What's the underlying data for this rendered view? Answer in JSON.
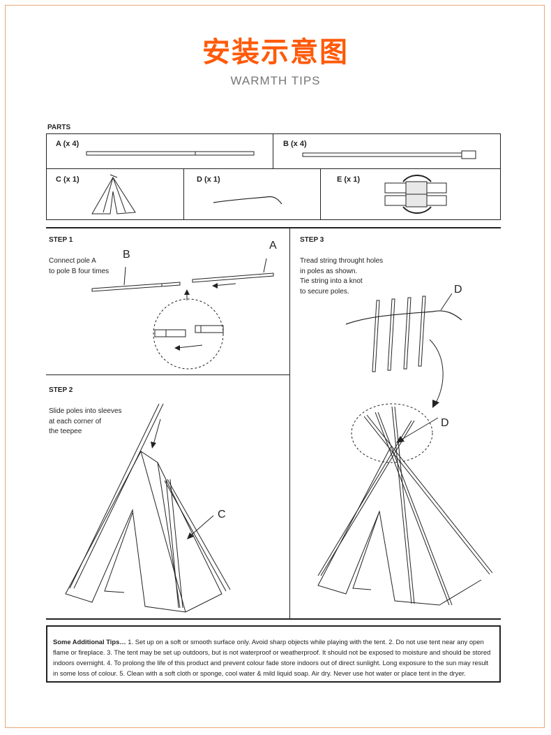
{
  "header": {
    "title_zh": "安装示意图",
    "title_en": "WARMTH TIPS"
  },
  "parts": {
    "heading": "PARTS",
    "items": [
      {
        "id": "A",
        "label": "A (x 4)"
      },
      {
        "id": "B",
        "label": "B (x 4)"
      },
      {
        "id": "C",
        "label": "C (x 1)"
      },
      {
        "id": "D",
        "label": "D (x 1)"
      },
      {
        "id": "E",
        "label": "E (x 1)"
      }
    ]
  },
  "step1": {
    "title": "STEP 1",
    "text": "Connect pole A\nto pole B four times",
    "callout_a": "A",
    "callout_b": "B"
  },
  "step2": {
    "title": "STEP 2",
    "text": "Slide poles into sleeves\nat each corner of\nthe teepee",
    "callout_c": "C"
  },
  "step3": {
    "title": "STEP 3",
    "text": "Tread string throught holes\nin poles as shown.\nTie string into a knot\nto secure poles.",
    "callout_d_top": "D",
    "callout_d_bottom": "D"
  },
  "tips": {
    "heading": "Some Additional Tips…",
    "body": " 1. Set up on a soft or smooth surface only. Avoid sharp objects while playing with the tent. 2. Do not use tent near any open flame or fireplace. 3. The tent may be set up outdoors, but is not waterproof or weatherproof. It should not be exposed to moisture and should be stored indoors overnight. 4. To prolong the life of this product and prevent colour fade store indoors out of direct sunlight. Long exposure to the sun may result in some loss of colour. 5. Clean with a soft cloth or sponge, cool water & mild liquid soap. Air dry. Never use hot water or place tent in the dryer."
  },
  "colors": {
    "accent": "#ff5a0a",
    "frame": "#e8a878",
    "line": "#222222"
  }
}
